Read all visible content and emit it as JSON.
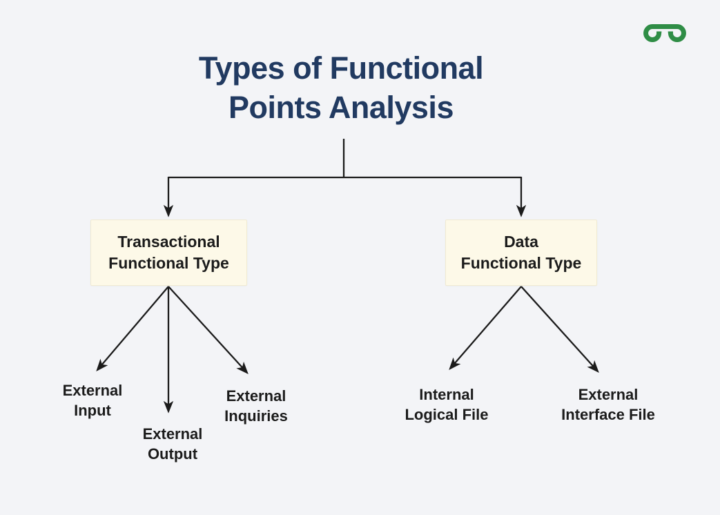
{
  "title": {
    "line1": "Types of Functional",
    "line2": "Points Analysis",
    "full": "Types of Functional Points Analysis"
  },
  "logo": {
    "name": "GeeksforGeeks"
  },
  "nodes": {
    "transactional": {
      "line1": "Transactional",
      "line2": "Functional Type"
    },
    "data": {
      "line1": "Data",
      "line2": "Functional Type"
    }
  },
  "leaves": {
    "external_input": {
      "line1": "External",
      "line2": "Input"
    },
    "external_output": {
      "line1": "External",
      "line2": "Output"
    },
    "external_inquiries": {
      "line1": "External",
      "line2": "Inquiries"
    },
    "internal_logical_file": {
      "line1": "Internal",
      "line2": "Logical File"
    },
    "external_interface_file": {
      "line1": "External",
      "line2": "Interface File"
    }
  },
  "tree": {
    "root": "Types of Functional Points Analysis",
    "branches": [
      {
        "node": "Transactional Functional Type",
        "children": [
          "External Input",
          "External Output",
          "External Inquiries"
        ]
      },
      {
        "node": "Data Functional Type",
        "children": [
          "Internal Logical File",
          "External Interface File"
        ]
      }
    ]
  },
  "colors": {
    "background": "#f3f4f7",
    "title": "#213a61",
    "box_fill": "#fdf9e8",
    "box_border": "#f0ead2",
    "text": "#1b1b1b",
    "line": "#1b1b1b",
    "logo_green": "#2f8d46"
  }
}
